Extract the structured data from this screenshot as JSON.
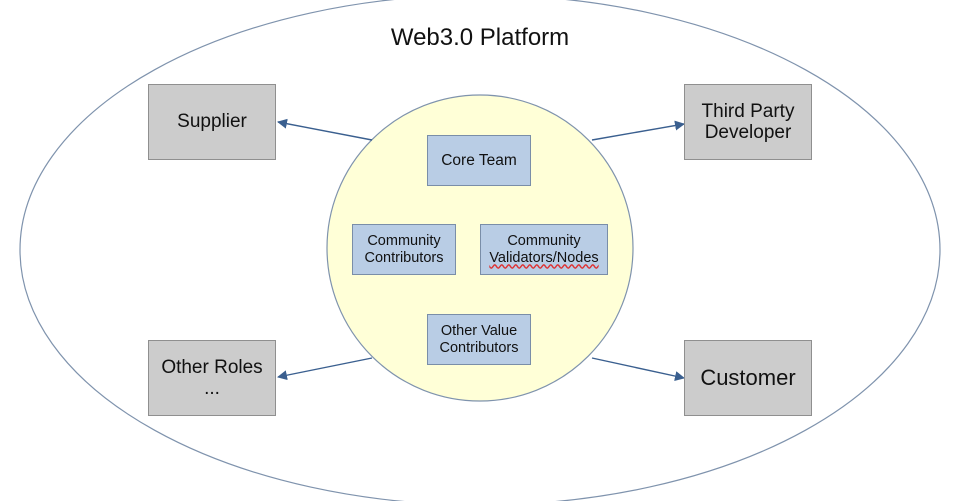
{
  "title": "Web3.0 Platform",
  "outer_roles": {
    "supplier": "Supplier",
    "third_party": "Third Party\nDeveloper",
    "other_roles": "Other Roles\n...",
    "customer": "Customer"
  },
  "inner_roles": {
    "core_team": "Core Team",
    "community_contributors": "Community\nContributors",
    "community_validators_line1": "Community",
    "community_validators_line2": "Validators/Nodes",
    "other_value_contributors": "Other Value\nContributors"
  },
  "colors": {
    "outer_box_fill": "#cccccc",
    "inner_box_fill": "#b9cde5",
    "core_circle_fill": "#ffffd7",
    "arrow": "#3a5f8f",
    "ellipse_stroke": "#7f93ad"
  }
}
